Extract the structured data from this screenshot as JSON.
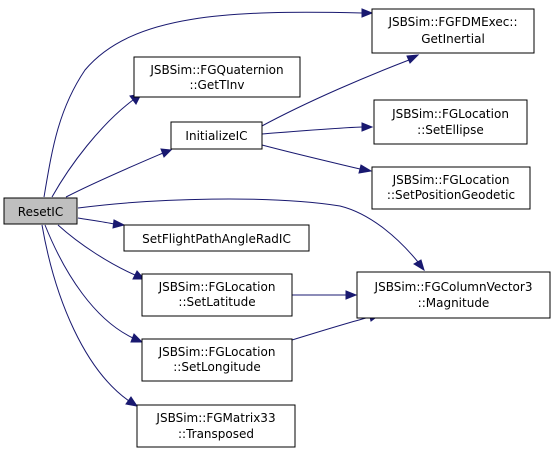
{
  "colors": {
    "edge": "#191970",
    "node_fill": "#ffffff",
    "root_fill": "#bfbfbf",
    "border": "#000000"
  },
  "nodes": {
    "resetic": [
      "ResetIC"
    ],
    "getinertial": [
      "JSBSim::FGFDMExec::",
      "GetInertial"
    ],
    "gettinv": [
      "JSBSim::FGQuaternion",
      "::GetTInv"
    ],
    "initializeic": [
      "InitializeIC"
    ],
    "setellipse": [
      "JSBSim::FGLocation",
      "::SetEllipse"
    ],
    "setpositiongeodetic": [
      "JSBSim::FGLocation",
      "::SetPositionGeodetic"
    ],
    "setflightpathangleradic": [
      "SetFlightPathAngleRadIC"
    ],
    "magnitude": [
      "JSBSim::FGColumnVector3",
      "::Magnitude"
    ],
    "setlatitude": [
      "JSBSim::FGLocation",
      "::SetLatitude"
    ],
    "setlongitude": [
      "JSBSim::FGLocation",
      "::SetLongitude"
    ],
    "transposed": [
      "JSBSim::FGMatrix33",
      "::Transposed"
    ]
  },
  "edges": [
    [
      "resetic",
      "getinertial"
    ],
    [
      "resetic",
      "gettinv"
    ],
    [
      "resetic",
      "initializeic"
    ],
    [
      "resetic",
      "magnitude"
    ],
    [
      "resetic",
      "setflightpathangleradic"
    ],
    [
      "resetic",
      "setlatitude"
    ],
    [
      "resetic",
      "setlongitude"
    ],
    [
      "resetic",
      "transposed"
    ],
    [
      "initializeic",
      "getinertial"
    ],
    [
      "initializeic",
      "setellipse"
    ],
    [
      "initializeic",
      "setpositiongeodetic"
    ],
    [
      "setlatitude",
      "magnitude"
    ],
    [
      "setlongitude",
      "magnitude"
    ]
  ]
}
